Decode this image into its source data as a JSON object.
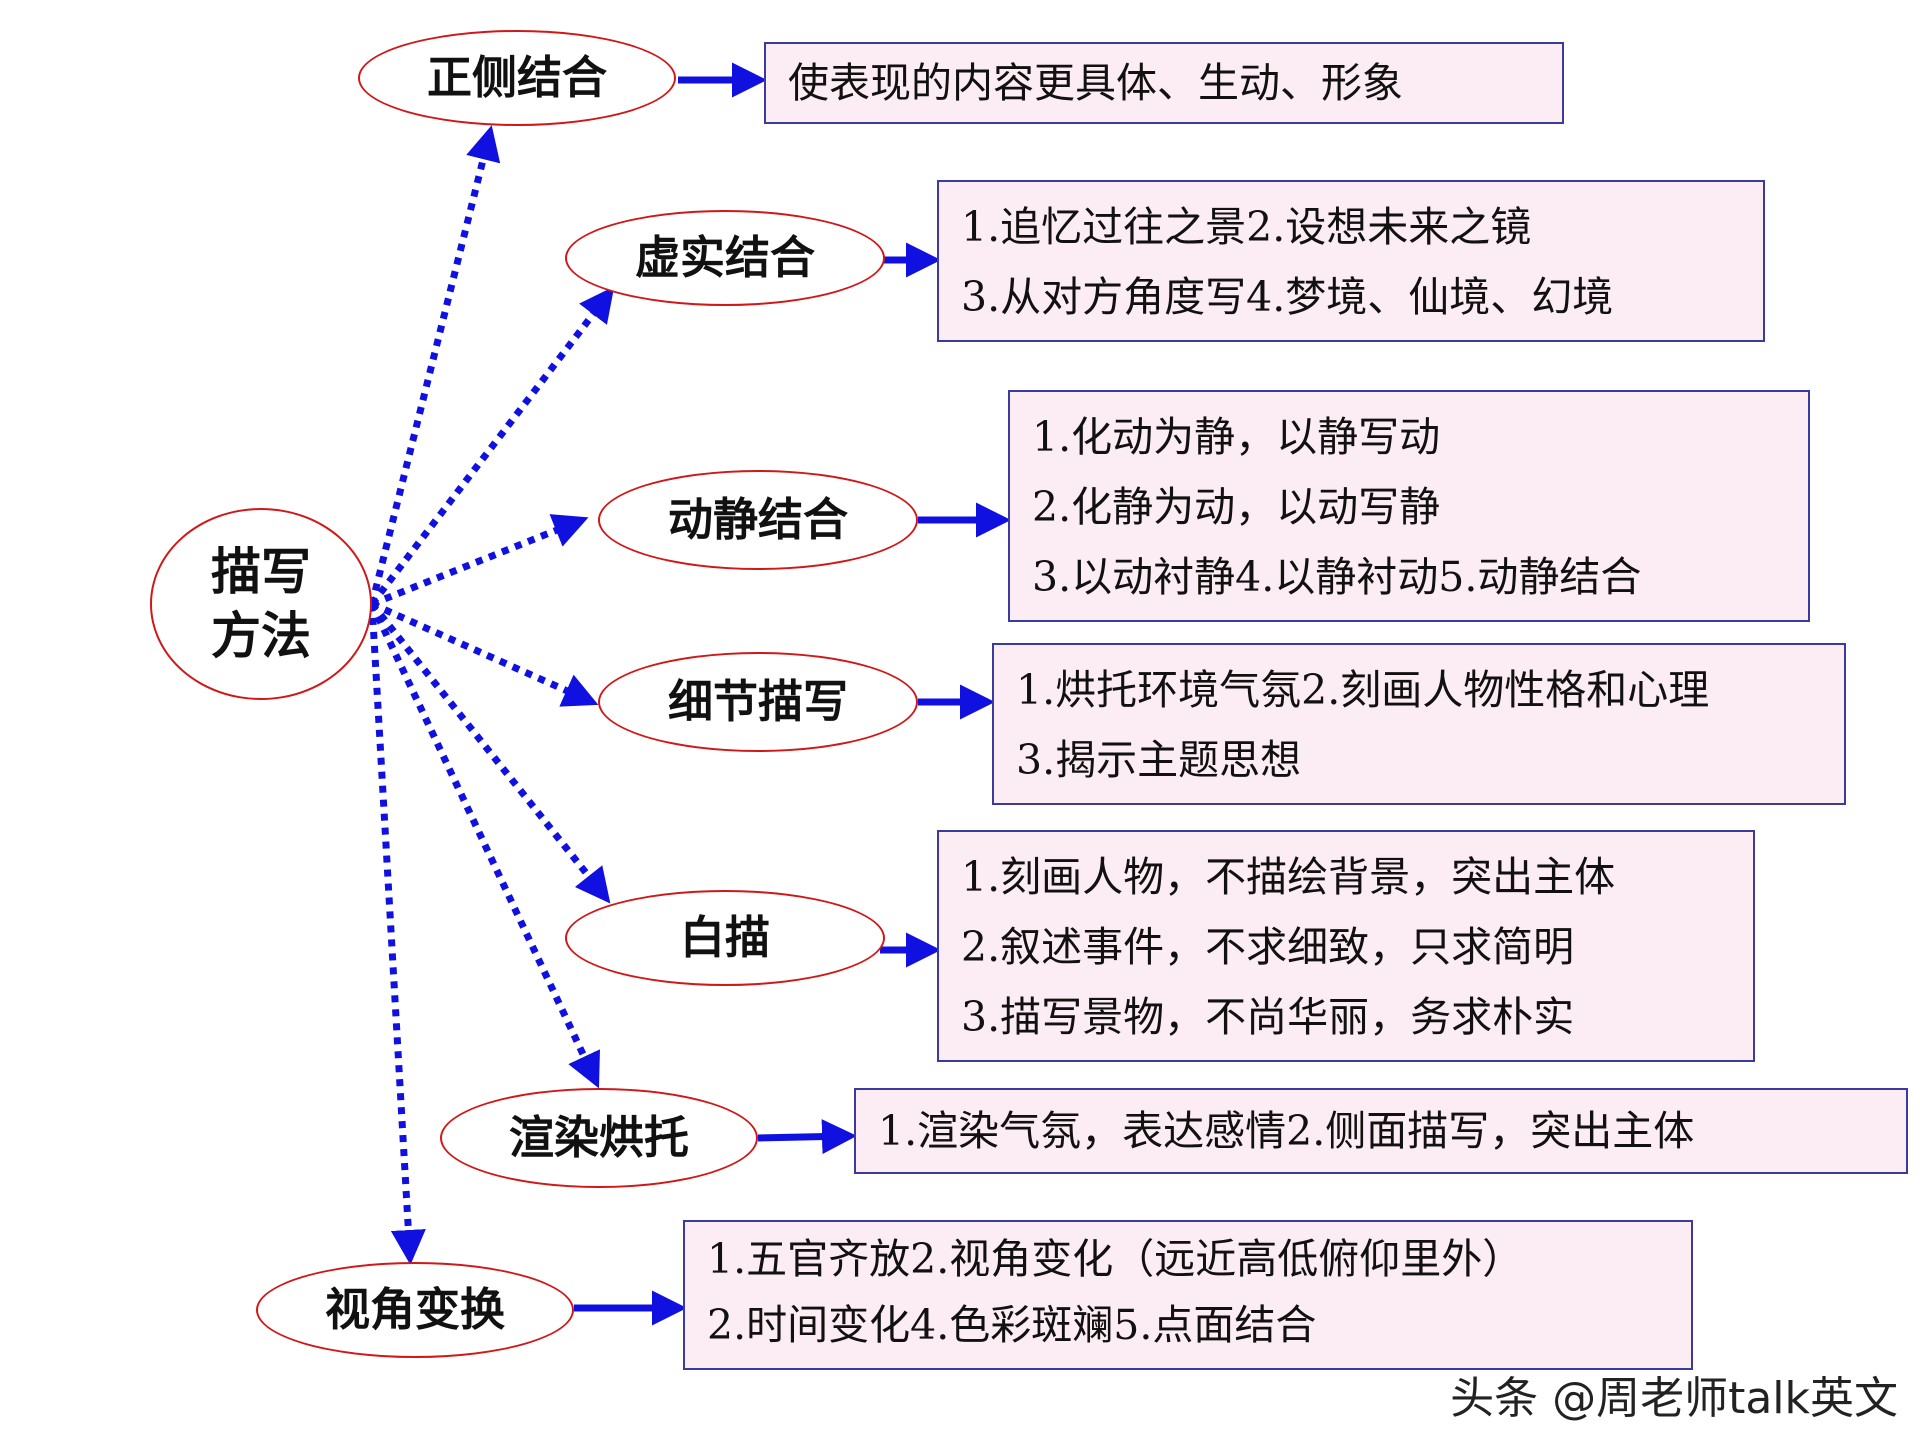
{
  "colors": {
    "ellipse_border": "#d01818",
    "box_border": "#3a3aa0",
    "box_fill": "#fcecf3",
    "arrow": "#1010e0"
  },
  "root": {
    "line1": "描写",
    "line2": "方法"
  },
  "branches": [
    {
      "label": "正侧结合",
      "lines": [
        "使表现的内容更具体、生动、形象"
      ]
    },
    {
      "label": "虚实结合",
      "lines": [
        "1.追忆过往之景2.设想未来之镜",
        "3.从对方角度写4.梦境、仙境、幻境"
      ]
    },
    {
      "label": "动静结合",
      "lines": [
        "1.化动为静，以静写动",
        "2.化静为动，以动写静",
        "3.以动衬静4.以静衬动5.动静结合"
      ]
    },
    {
      "label": "细节描写",
      "lines": [
        "1.烘托环境气氛2.刻画人物性格和心理",
        "3.揭示主题思想"
      ]
    },
    {
      "label": "白描",
      "lines": [
        "1.刻画人物，不描绘背景，突出主体",
        "2.叙述事件，不求细致，只求简明",
        "3.描写景物，不尚华丽，务求朴实"
      ]
    },
    {
      "label": "渲染烘托",
      "lines": [
        "1.渲染气氛，表达感情2.侧面描写，突出主体"
      ]
    },
    {
      "label": "视角变换",
      "lines": [
        "1.五官齐放2.视角变化（远近高低俯仰里外）",
        "2.时间变化4.色彩斑斓5.点面结合"
      ]
    }
  ],
  "watermark": "头条 @周老师talk英文"
}
